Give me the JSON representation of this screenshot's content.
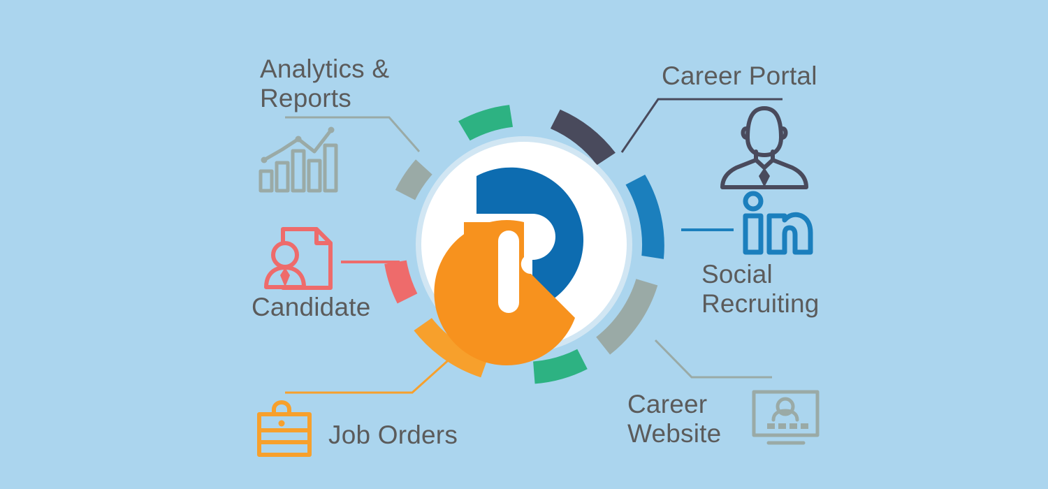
{
  "background": {
    "color": "#abd5ee"
  },
  "center": {
    "name": "company-logo",
    "letter": "R",
    "disc_color": "#ffffff",
    "logo_blue": "#0d6cb0",
    "logo_orange": "#f7921e"
  },
  "ring": {
    "segments": [
      {
        "id": "analytics",
        "color": "#9aaaa6",
        "label": "Analytics & Reports"
      },
      {
        "id": "career-portal",
        "color": "#494a5c",
        "label": "Career Portal"
      },
      {
        "id": "green-top",
        "color": "#2db282",
        "label": ""
      },
      {
        "id": "social-recruiting",
        "color": "#1b7fbd",
        "label": "Social Recruiting"
      },
      {
        "id": "career-website",
        "color": "#9aaaa6",
        "label": "Career Website"
      },
      {
        "id": "green-bottom",
        "color": "#2db282",
        "label": ""
      },
      {
        "id": "job-orders",
        "color": "#f7a02c",
        "label": "Job Orders"
      },
      {
        "id": "candidate",
        "color": "#ee6b6b",
        "label": "Candidate"
      }
    ]
  },
  "features": [
    {
      "id": "analytics",
      "label": "Analytics &\nReports",
      "icon": "bar-chart-trend-icon",
      "color": "#9aaaa6",
      "connector_color": "#9aaaa6"
    },
    {
      "id": "career-portal",
      "label": "Career Portal",
      "icon": "businessman-icon",
      "color": "#494a5c",
      "connector_color": "#494a5c"
    },
    {
      "id": "social-recruiting",
      "label": "Social\nRecruiting",
      "icon": "linkedin-in-icon",
      "color": "#1b7fbd",
      "connector_color": "#1b7fbd"
    },
    {
      "id": "career-website",
      "label": "Career\nWebsite",
      "icon": "monitor-profile-icon",
      "color": "#9aaaa6",
      "connector_color": "#9aaaa6"
    },
    {
      "id": "job-orders",
      "label": "Job Orders",
      "icon": "briefcase-icon",
      "color": "#f7a02c",
      "connector_color": "#f7a02c"
    },
    {
      "id": "candidate",
      "label": "Candidate",
      "icon": "document-person-icon",
      "color": "#ee6b6b",
      "connector_color": "#ee6b6b"
    }
  ],
  "text_color": "#5b5b5b"
}
